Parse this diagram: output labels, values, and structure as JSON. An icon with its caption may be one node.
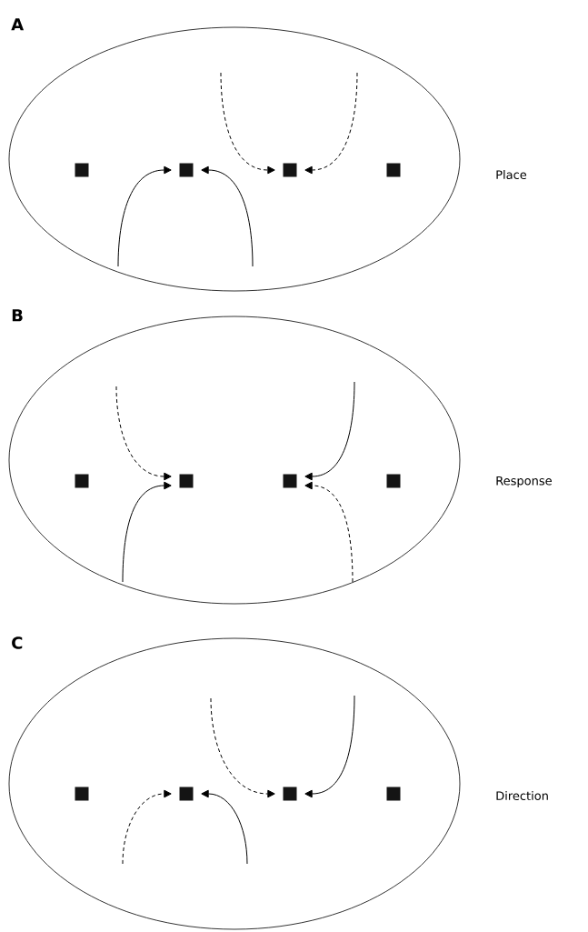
{
  "diagram": {
    "nodes": [
      {
        "text": [],
        "shape": "ellipse",
        "beside": [
          "Place"
        ]
      },
      {
        "text": [],
        "shape": "box",
        "in": 0
      },
      {
        "text": [],
        "shape": "box",
        "in": 0
      },
      {
        "text": [],
        "shape": "box",
        "in": 0
      },
      {
        "text": [],
        "shape": "box",
        "in": 0
      },
      {
        "text": [],
        "shape": "ellipse",
        "beside": [
          "Response"
        ]
      },
      {
        "text": [],
        "shape": "box",
        "in": 5
      },
      {
        "text": [],
        "shape": "box",
        "in": 5
      },
      {
        "text": [],
        "shape": "box",
        "in": 5
      },
      {
        "text": [],
        "shape": "box",
        "in": 5
      },
      {
        "text": [],
        "shape": "ellipse",
        "beside": [
          "Direction"
        ]
      },
      {
        "text": [],
        "shape": "box",
        "in": 10
      },
      {
        "text": [],
        "shape": "box",
        "in": 10
      },
      {
        "text": [],
        "shape": "box",
        "in": 10
      },
      {
        "text": [],
        "shape": "box",
        "in": 10
      }
    ],
    "edges": [
      {
        "from": null,
        "to": 2,
        "arrow": "to"
      },
      {
        "from": null,
        "to": 2,
        "arrow": "to"
      },
      {
        "from": null,
        "to": 3,
        "arrow": "to",
        "style": "dashed"
      },
      {
        "from": null,
        "to": 3,
        "arrow": "to",
        "style": "dashed"
      },
      {
        "from": null,
        "to": 7,
        "arrow": "to",
        "style": "dashed"
      },
      {
        "from": null,
        "to": 7,
        "arrow": "to"
      },
      {
        "from": null,
        "to": 8,
        "arrow": "to"
      },
      {
        "from": null,
        "to": 8,
        "arrow": "to",
        "style": "dashed"
      },
      {
        "from": null,
        "to": 12,
        "arrow": "to",
        "style": "dashed"
      },
      {
        "from": null,
        "to": 12,
        "arrow": "to"
      },
      {
        "from": null,
        "to": 13,
        "arrow": "to",
        "style": "dashed"
      },
      {
        "from": null,
        "to": 13,
        "arrow": "to"
      }
    ],
    "labels": [
      "A",
      "B",
      "C"
    ]
  }
}
